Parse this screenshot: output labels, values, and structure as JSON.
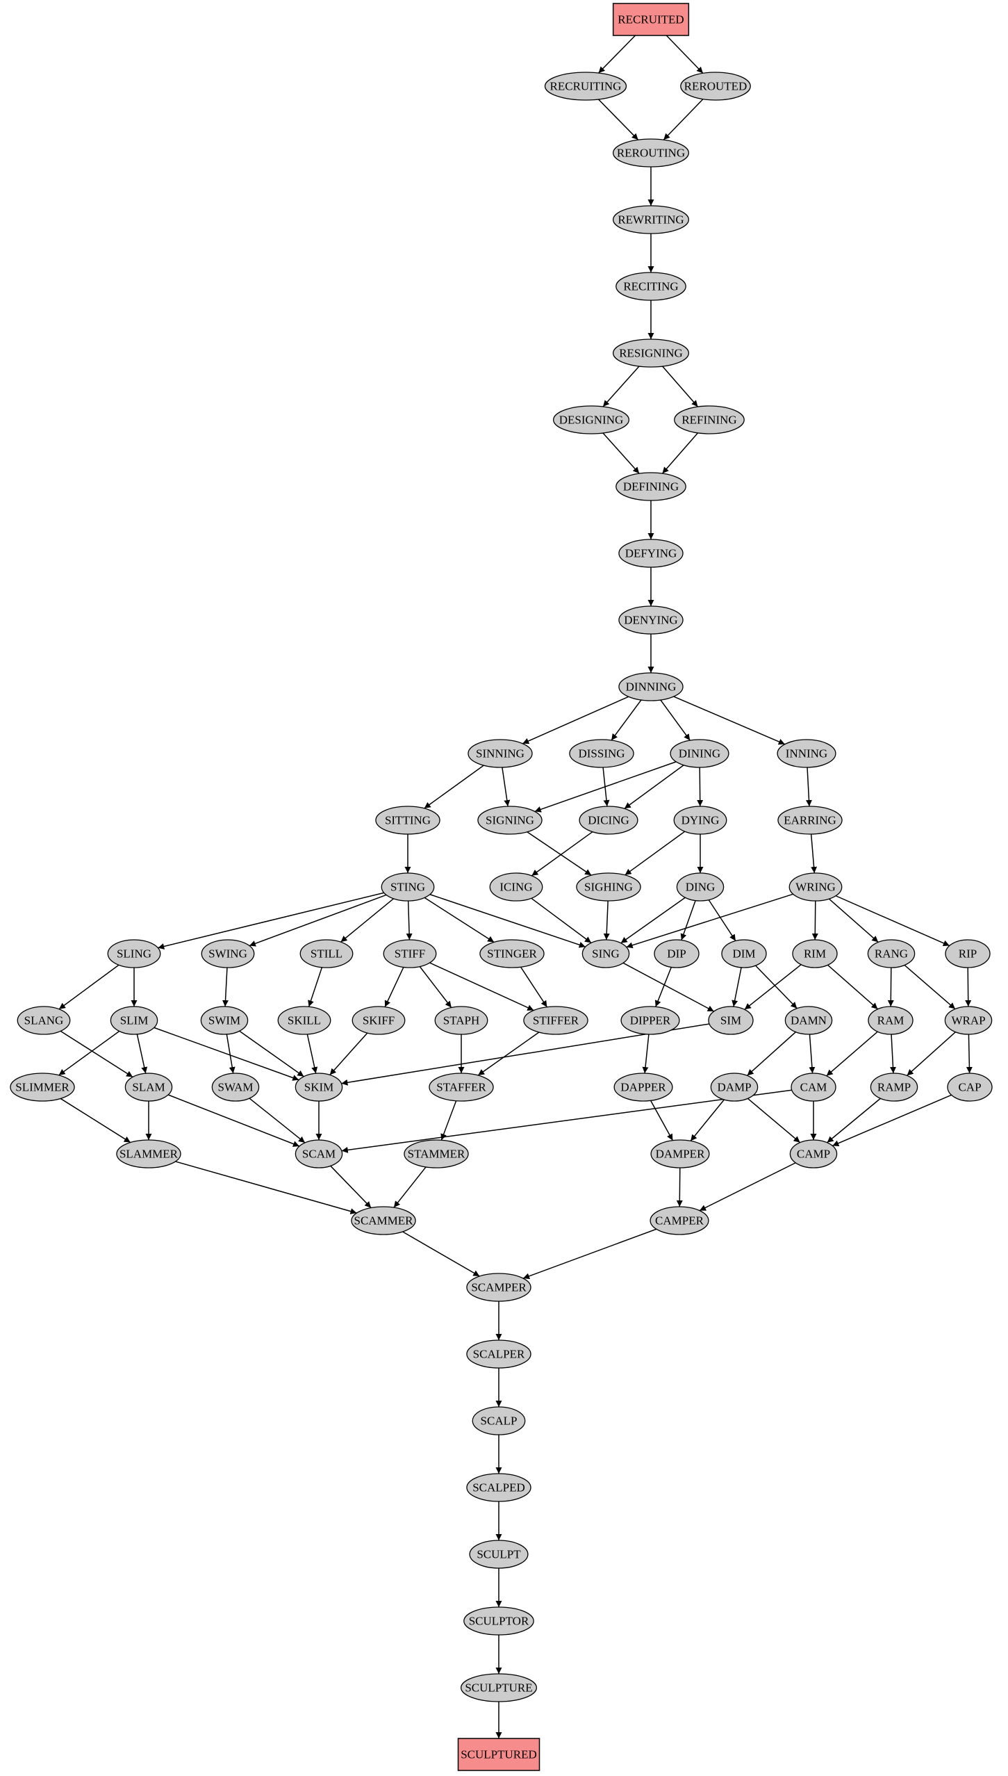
{
  "diagram": {
    "nodes": [
      {
        "id": "RECRUITED",
        "label": "RECRUITED",
        "shape": "box"
      },
      {
        "id": "RECRUITING",
        "label": "RECRUITING"
      },
      {
        "id": "REROUTED",
        "label": "REROUTED"
      },
      {
        "id": "REROUTING",
        "label": "REROUTING"
      },
      {
        "id": "REWRITING",
        "label": "REWRITING"
      },
      {
        "id": "RECITING",
        "label": "RECITING"
      },
      {
        "id": "RESIGNING",
        "label": "RESIGNING"
      },
      {
        "id": "DESIGNING",
        "label": "DESIGNING"
      },
      {
        "id": "REFINING",
        "label": "REFINING"
      },
      {
        "id": "DEFINING",
        "label": "DEFINING"
      },
      {
        "id": "DEFYING",
        "label": "DEFYING"
      },
      {
        "id": "DENYING",
        "label": "DENYING"
      },
      {
        "id": "DINNING",
        "label": "DINNING"
      },
      {
        "id": "SINNING",
        "label": "SINNING"
      },
      {
        "id": "DISSING",
        "label": "DISSING"
      },
      {
        "id": "DINING",
        "label": "DINING"
      },
      {
        "id": "INNING",
        "label": "INNING"
      },
      {
        "id": "SITTING",
        "label": "SITTING"
      },
      {
        "id": "SIGNING",
        "label": "SIGNING"
      },
      {
        "id": "DICING",
        "label": "DICING"
      },
      {
        "id": "DYING",
        "label": "DYING"
      },
      {
        "id": "EARRING",
        "label": "EARRING"
      },
      {
        "id": "STING",
        "label": "STING"
      },
      {
        "id": "ICING",
        "label": "ICING"
      },
      {
        "id": "SIGHING",
        "label": "SIGHING"
      },
      {
        "id": "DING",
        "label": "DING"
      },
      {
        "id": "WRING",
        "label": "WRING"
      },
      {
        "id": "SLING",
        "label": "SLING"
      },
      {
        "id": "SWING",
        "label": "SWING"
      },
      {
        "id": "STILL",
        "label": "STILL"
      },
      {
        "id": "STIFF",
        "label": "STIFF"
      },
      {
        "id": "STINGER",
        "label": "STINGER"
      },
      {
        "id": "SING",
        "label": "SING"
      },
      {
        "id": "DIP",
        "label": "DIP"
      },
      {
        "id": "DIM",
        "label": "DIM"
      },
      {
        "id": "RIM",
        "label": "RIM"
      },
      {
        "id": "RANG",
        "label": "RANG"
      },
      {
        "id": "RIP",
        "label": "RIP"
      },
      {
        "id": "SLANG",
        "label": "SLANG"
      },
      {
        "id": "SLIM",
        "label": "SLIM"
      },
      {
        "id": "SWIM",
        "label": "SWIM"
      },
      {
        "id": "SKILL",
        "label": "SKILL"
      },
      {
        "id": "SKIFF",
        "label": "SKIFF"
      },
      {
        "id": "STAPH",
        "label": "STAPH"
      },
      {
        "id": "STIFFER",
        "label": "STIFFER"
      },
      {
        "id": "DIPPER",
        "label": "DIPPER"
      },
      {
        "id": "SIM",
        "label": "SIM"
      },
      {
        "id": "DAMN",
        "label": "DAMN"
      },
      {
        "id": "RAM",
        "label": "RAM"
      },
      {
        "id": "WRAP",
        "label": "WRAP"
      },
      {
        "id": "SLIMMER",
        "label": "SLIMMER"
      },
      {
        "id": "SLAM",
        "label": "SLAM"
      },
      {
        "id": "SWAM",
        "label": "SWAM"
      },
      {
        "id": "SKIM",
        "label": "SKIM"
      },
      {
        "id": "STAFFER",
        "label": "STAFFER"
      },
      {
        "id": "DAPPER",
        "label": "DAPPER"
      },
      {
        "id": "DAMP",
        "label": "DAMP"
      },
      {
        "id": "CAM",
        "label": "CAM"
      },
      {
        "id": "RAMP",
        "label": "RAMP"
      },
      {
        "id": "CAP",
        "label": "CAP"
      },
      {
        "id": "SLAMMER",
        "label": "SLAMMER"
      },
      {
        "id": "SCAM",
        "label": "SCAM"
      },
      {
        "id": "STAMMER",
        "label": "STAMMER"
      },
      {
        "id": "DAMPER",
        "label": "DAMPER"
      },
      {
        "id": "CAMP",
        "label": "CAMP"
      },
      {
        "id": "SCAMMER",
        "label": "SCAMMER"
      },
      {
        "id": "CAMPER",
        "label": "CAMPER"
      },
      {
        "id": "SCAMPER",
        "label": "SCAMPER"
      },
      {
        "id": "SCALPER",
        "label": "SCALPER"
      },
      {
        "id": "SCALP",
        "label": "SCALP"
      },
      {
        "id": "SCALPED",
        "label": "SCALPED"
      },
      {
        "id": "SCULPT",
        "label": "SCULPT"
      },
      {
        "id": "SCULPTOR",
        "label": "SCULPTOR"
      },
      {
        "id": "SCULPTURE",
        "label": "SCULPTURE"
      },
      {
        "id": "SCULPTURED",
        "label": "SCULPTURED",
        "shape": "box"
      }
    ],
    "edges": [
      [
        "RECRUITED",
        "RECRUITING"
      ],
      [
        "RECRUITED",
        "REROUTED"
      ],
      [
        "RECRUITING",
        "REROUTING"
      ],
      [
        "REROUTED",
        "REROUTING"
      ],
      [
        "REROUTING",
        "REWRITING"
      ],
      [
        "REWRITING",
        "RECITING"
      ],
      [
        "RECITING",
        "RESIGNING"
      ],
      [
        "RESIGNING",
        "DESIGNING"
      ],
      [
        "RESIGNING",
        "REFINING"
      ],
      [
        "DESIGNING",
        "DEFINING"
      ],
      [
        "REFINING",
        "DEFINING"
      ],
      [
        "DEFINING",
        "DEFYING"
      ],
      [
        "DEFYING",
        "DENYING"
      ],
      [
        "DENYING",
        "DINNING"
      ],
      [
        "DINNING",
        "SINNING"
      ],
      [
        "DINNING",
        "DISSING"
      ],
      [
        "DINNING",
        "DINING"
      ],
      [
        "DINNING",
        "INNING"
      ],
      [
        "SINNING",
        "SITTING"
      ],
      [
        "SINNING",
        "SIGNING"
      ],
      [
        "DISSING",
        "DICING"
      ],
      [
        "DINING",
        "SIGNING"
      ],
      [
        "DINING",
        "DICING"
      ],
      [
        "DINING",
        "DYING"
      ],
      [
        "INNING",
        "EARRING"
      ],
      [
        "SITTING",
        "STING"
      ],
      [
        "SIGNING",
        "SIGHING"
      ],
      [
        "DICING",
        "ICING"
      ],
      [
        "DYING",
        "SIGHING"
      ],
      [
        "DYING",
        "DING"
      ],
      [
        "EARRING",
        "WRING"
      ],
      [
        "STING",
        "SLING"
      ],
      [
        "STING",
        "SWING"
      ],
      [
        "STING",
        "STILL"
      ],
      [
        "STING",
        "STIFF"
      ],
      [
        "STING",
        "STINGER"
      ],
      [
        "STING",
        "SING"
      ],
      [
        "ICING",
        "SING"
      ],
      [
        "SIGHING",
        "SING"
      ],
      [
        "DING",
        "SING"
      ],
      [
        "DING",
        "DIP"
      ],
      [
        "DING",
        "DIM"
      ],
      [
        "WRING",
        "SING"
      ],
      [
        "WRING",
        "RIM"
      ],
      [
        "WRING",
        "RANG"
      ],
      [
        "WRING",
        "RIP"
      ],
      [
        "SLING",
        "SLANG"
      ],
      [
        "SLING",
        "SLIM"
      ],
      [
        "SWING",
        "SWIM"
      ],
      [
        "STILL",
        "SKILL"
      ],
      [
        "STIFF",
        "SKIFF"
      ],
      [
        "STIFF",
        "STAPH"
      ],
      [
        "STIFF",
        "STIFFER"
      ],
      [
        "STINGER",
        "STIFFER"
      ],
      [
        "SING",
        "SIM"
      ],
      [
        "DIP",
        "DIPPER"
      ],
      [
        "DIM",
        "SIM"
      ],
      [
        "DIM",
        "DAMN"
      ],
      [
        "RIM",
        "SIM"
      ],
      [
        "RIM",
        "RAM"
      ],
      [
        "RANG",
        "RAM"
      ],
      [
        "RANG",
        "WRAP"
      ],
      [
        "RIP",
        "WRAP"
      ],
      [
        "SLANG",
        "SLAM"
      ],
      [
        "SLIM",
        "SLIMMER"
      ],
      [
        "SLIM",
        "SLAM"
      ],
      [
        "SLIM",
        "SKIM"
      ],
      [
        "SWIM",
        "SWAM"
      ],
      [
        "SWIM",
        "SKIM"
      ],
      [
        "SKILL",
        "SKIM"
      ],
      [
        "SKIFF",
        "SKIM"
      ],
      [
        "STAPH",
        "STAFFER"
      ],
      [
        "STIFFER",
        "STAFFER"
      ],
      [
        "DIPPER",
        "DAPPER"
      ],
      [
        "SIM",
        "SKIM"
      ],
      [
        "DAMN",
        "DAMP"
      ],
      [
        "DAMN",
        "CAM"
      ],
      [
        "RAM",
        "CAM"
      ],
      [
        "RAM",
        "RAMP"
      ],
      [
        "WRAP",
        "RAMP"
      ],
      [
        "WRAP",
        "CAP"
      ],
      [
        "SLIMMER",
        "SLAMMER"
      ],
      [
        "SLAM",
        "SLAMMER"
      ],
      [
        "SLAM",
        "SCAM"
      ],
      [
        "SWAM",
        "SCAM"
      ],
      [
        "SKIM",
        "SCAM"
      ],
      [
        "STAFFER",
        "STAMMER"
      ],
      [
        "DAPPER",
        "DAMPER"
      ],
      [
        "DAMP",
        "DAMPER"
      ],
      [
        "DAMP",
        "CAMP"
      ],
      [
        "CAM",
        "SCAM"
      ],
      [
        "CAM",
        "CAMP"
      ],
      [
        "RAMP",
        "CAMP"
      ],
      [
        "CAP",
        "CAMP"
      ],
      [
        "SLAMMER",
        "SCAMMER"
      ],
      [
        "SCAM",
        "SCAMMER"
      ],
      [
        "STAMMER",
        "SCAMMER"
      ],
      [
        "DAMPER",
        "CAMPER"
      ],
      [
        "CAMP",
        "CAMPER"
      ],
      [
        "SCAMMER",
        "SCAMPER"
      ],
      [
        "CAMPER",
        "SCAMPER"
      ],
      [
        "SCAMPER",
        "SCALPER"
      ],
      [
        "SCALPER",
        "SCALP"
      ],
      [
        "SCALP",
        "SCALPED"
      ],
      [
        "SCALPED",
        "SCULPT"
      ],
      [
        "SCULPT",
        "SCULPTOR"
      ],
      [
        "SCULPTOR",
        "SCULPTURE"
      ],
      [
        "SCULPTURE",
        "SCULPTURED"
      ]
    ]
  }
}
